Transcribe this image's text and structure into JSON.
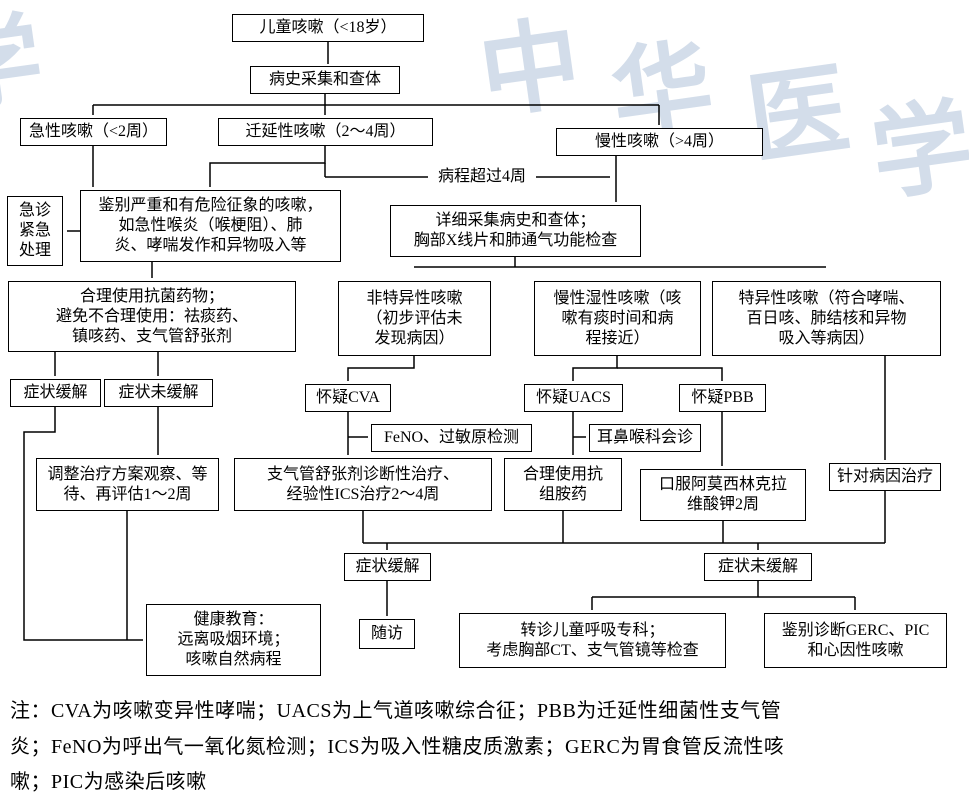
{
  "diagram": {
    "title_hint": "儿童咳嗽诊治流程图",
    "colors": {
      "watermark": "#a9bdd6",
      "line": "#000000"
    },
    "watermark": {
      "text": "中华医学",
      "chars": [
        "中",
        "华",
        "医",
        "学"
      ]
    },
    "edge_labels": {
      "over_4_weeks": "病程超过4周"
    },
    "nodes": {
      "children_cough": "儿童咳嗽（<18岁）",
      "history_exam": "病史采集和查体",
      "acute": "急性咳嗽（<2周）",
      "protracted": "迁延性咳嗽（2～4周）",
      "chronic": "慢性咳嗽（>4周）",
      "danger": "鉴别严重和有危险征象的咳嗽，\n如急性喉炎（喉梗阻）、肺\n炎、哮喘发作和异物吸入等",
      "emergency": "急诊\n紧急\n处理",
      "detailed_history": "详细采集病史和查体；\n胸部X线片和肺通气功能检查",
      "antibiotics": "合理使用抗菌药物；\n避免不合理使用：祛痰药、\n镇咳药、支气管舒张剂",
      "nonspecific": "非特异性咳嗽\n（初步评估未\n发现病因）",
      "wet": "慢性湿性咳嗽（咳\n嗽有痰时间和病\n程接近）",
      "specific": "特异性咳嗽（符合哮喘、\n百日咳、肺结核和异物\n吸入等病因）",
      "relief_left": "症状缓解",
      "no_relief_left": "症状未缓解",
      "suspect_cva": "怀疑CVA",
      "suspect_uacs": "怀疑UACS",
      "suspect_pbb": "怀疑PBB",
      "feno": "FeNO、过敏原检测",
      "ent": "耳鼻喉科会诊",
      "adjust": "调整治疗方案观察、等\n待、再评估1～2周",
      "bronchodilator": "支气管舒张剂诊断性治疗、\n经验性ICS治疗2～4周",
      "antihistamine": "合理使用抗\n组胺药",
      "amoxicillin": "口服阿莫西林克拉\n维酸钾2周",
      "etiologic": "针对病因治疗",
      "relief_right": "症状缓解",
      "no_relief_right": "症状未缓解",
      "education": "健康教育：\n远离吸烟环境；\n咳嗽自然病程",
      "followup": "随访",
      "referral": "转诊儿童呼吸专科；\n考虑胸部CT、支气管镜等检查",
      "gerc_diff": "鉴别诊断GERC、PIC\n和心因性咳嗽"
    },
    "note": "注：CVA为咳嗽变异性哮喘；UACS为上气道咳嗽综合征；PBB为迁延性细菌性支气管\n炎；FeNO为呼出气一氧化氮检测；ICS为吸入性糖皮质激素；GERC为胃食管反流性咳\n嗽；PIC为感染后咳嗽"
  }
}
